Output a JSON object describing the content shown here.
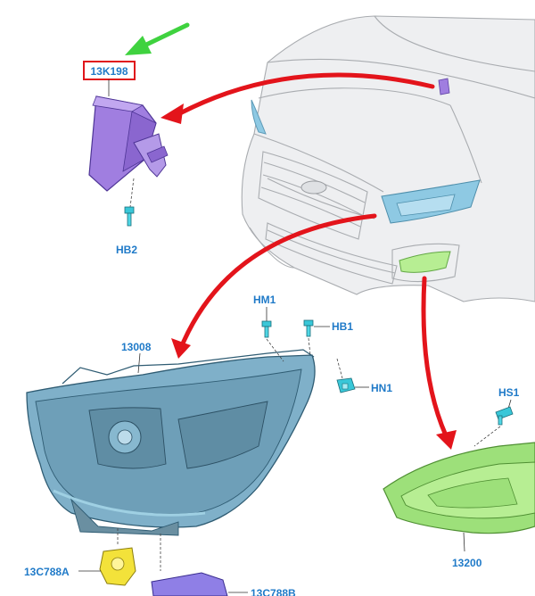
{
  "labels": {
    "module": "13K198",
    "module_bolt": "HB2",
    "headlamp": "13008",
    "bolt_hm1": "HM1",
    "bolt_hb1": "HB1",
    "nut_hn1": "HN1",
    "bolt_hs1": "HS1",
    "fog_lamp": "13200",
    "bulb_a": "13C788A",
    "bulb_b": "13C788B"
  },
  "highlighted_label": "13K198",
  "colors": {
    "callout_text": "#1f7ac8",
    "highlight_box": "#e0151b",
    "arrow_red": "#e3141b",
    "pointer_arrow_green": "#3fd23f",
    "module_purple": "#a07ee0",
    "headlamp_blue": "#7fb0c9",
    "foglamp_green": "#9de07a",
    "bulb_yellow": "#f3e23a"
  },
  "icons": [
    "pointer-arrow-icon",
    "bolt-icon",
    "nut-icon"
  ]
}
